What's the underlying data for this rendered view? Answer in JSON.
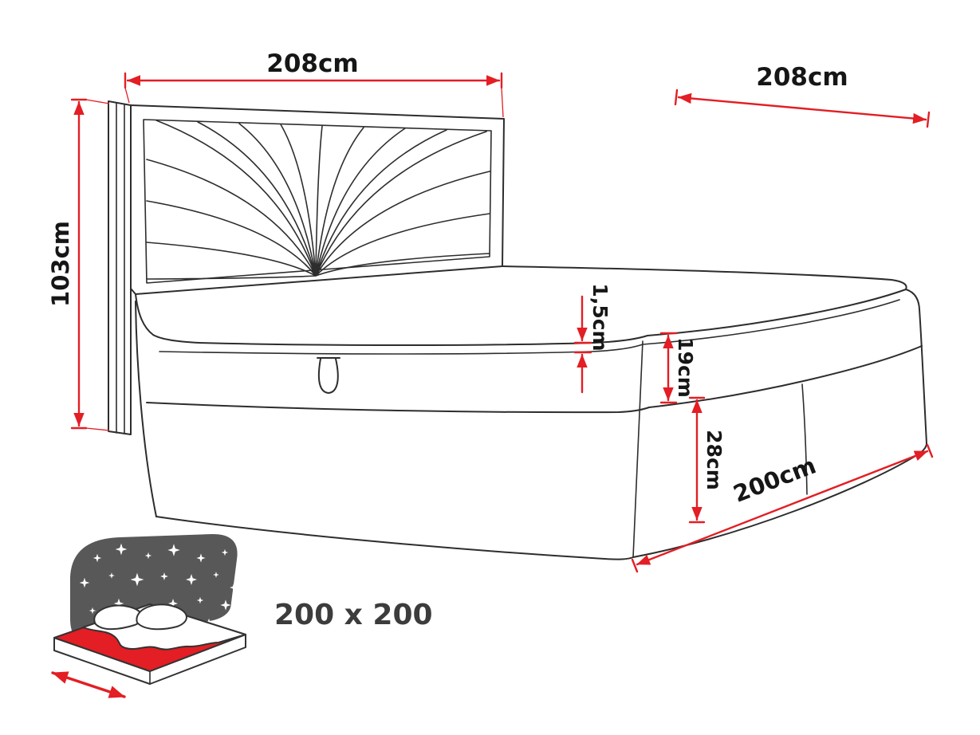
{
  "colors": {
    "accent_red": "#e31e24",
    "line_ink": "#2d2d2d",
    "label_text": "#161616",
    "inset_blanket_gray": "#585858",
    "inset_mattress_red": "#e31e24",
    "star_white": "#ffffff"
  },
  "dimensions": {
    "headboard_width": "208cm",
    "bed_length": "208cm",
    "headboard_height": "103cm",
    "topper_thickness": "1,5cm",
    "mattress_height": "19cm",
    "base_height": "28cm",
    "mattress_length": "200cm"
  },
  "inset": {
    "sleeping_area_label": "200 x 200"
  }
}
